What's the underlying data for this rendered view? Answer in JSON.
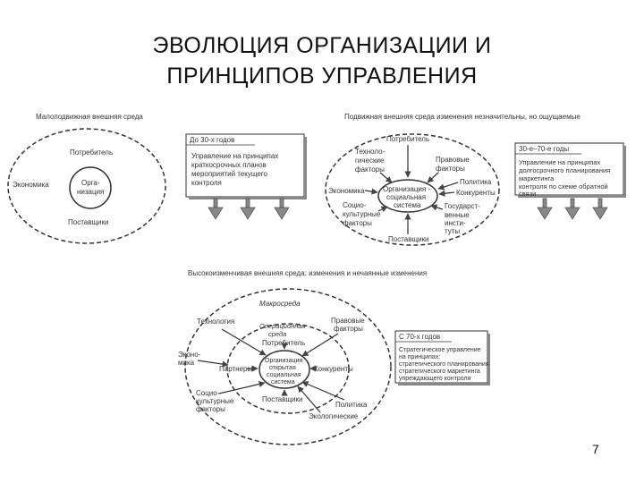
{
  "title": {
    "line1": "ЭВОЛЮЦИЯ ОРГАНИЗАЦИИ И",
    "line2": "ПРИНЦИПОВ УПРАВЛЕНИЯ"
  },
  "stage1": {
    "heading": "Малоподвижная внешняя среда",
    "consumer": "Потребитель",
    "economy": "Экономика",
    "org_line1": "Орга-",
    "org_line2": "низация",
    "suppliers": "Поставщики",
    "box_title": "До 30-х годов",
    "box_text": [
      "Управление на принципах",
      "краткосрочных планов",
      "мероприятий текущего",
      "контроля"
    ]
  },
  "stage2": {
    "heading": "Подвижная внешняя среда изменения незначительны, но ощущаемые",
    "consumer": "Потребитель",
    "tech_line1": "Техноло-",
    "tech_line2": "гические",
    "tech_line3": "факторы",
    "legal_line1": "Правовые",
    "legal_line2": "факторы",
    "economy": "Экономика",
    "org_line1": "Организация -",
    "org_line2": "социальная",
    "org_line3": "система",
    "politics": "Политика",
    "competitors": "Конкуренты",
    "social_line1": "Социо-",
    "social_line2": "культурные",
    "social_line3": "факторы",
    "state_line1": "Государст-",
    "state_line2": "венные",
    "state_line3": "инсти-",
    "state_line4": "туты",
    "suppliers": "Поставщики",
    "box_title": "30-е–70-е годы",
    "box_text": [
      "Управление на принципах",
      "долгосрочного планирования",
      "маркетинга",
      "контроля по схеме обратной",
      "связи"
    ]
  },
  "stage3": {
    "heading": "Высокоизменчивая внешняя среда: изменения и нечаянные изменения",
    "macro": "Макросреда",
    "tech": "Технология",
    "op_line1": "Операционная",
    "op_line2": "среда",
    "legal_line1": "Правовые",
    "legal_line2": "факторы",
    "economy_line1": "Эконо-",
    "economy_line2": "мика",
    "consumer": "Потребитель",
    "partners": "Партнеры",
    "org_line1": "Организация",
    "org_line2": "открытая",
    "org_line3": "социальная",
    "org_line4": "система",
    "competitors": "Конкуренты",
    "social_line1": "Социо-",
    "social_line2": "культурные",
    "social_line3": "факторы",
    "suppliers": "Поставщики",
    "politics": "Политика",
    "ecology": "Экологические",
    "box_title": "С 70-х годов",
    "box_text": [
      "Стратегическое управление",
      "на принципах:",
      "стратегического планирования",
      "стратегического маркетинга",
      "упреждающего контроля"
    ]
  },
  "page_number": "7"
}
